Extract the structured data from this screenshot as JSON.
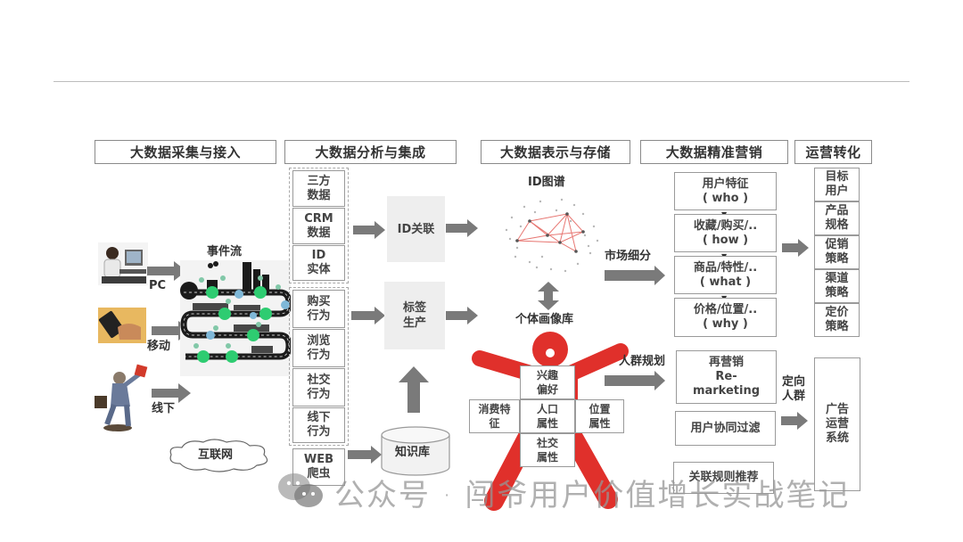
{
  "headers": [
    {
      "label": "大数据采集与接入"
    },
    {
      "label": "大数据分析与集成"
    },
    {
      "label": "大数据表示与存储"
    },
    {
      "label": "大数据精准营销"
    },
    {
      "label": "运营转化"
    }
  ],
  "collection": {
    "event_stream_label": "事件流",
    "sources": [
      {
        "label": "PC",
        "icon": "person-at-pc-icon"
      },
      {
        "label": "移动",
        "icon": "mobile-phone-icon"
      },
      {
        "label": "线下",
        "icon": "offline-shopper-icon"
      }
    ],
    "internet_label": "互联网"
  },
  "analysis": {
    "id_sources": [
      {
        "label": "三方\n数据"
      },
      {
        "label": "CRM\n数据"
      },
      {
        "label": "ID\n实体"
      }
    ],
    "behavior_sources": [
      {
        "label": "购买\n行为"
      },
      {
        "label": "浏览\n行为"
      },
      {
        "label": "社交\n行为"
      },
      {
        "label": "线下\n行为"
      }
    ],
    "web_crawler": "WEB\n爬虫",
    "id_link": "ID关联",
    "tag_production": "标签\n生产",
    "knowledge_base": "知识库"
  },
  "storage": {
    "id_graph_label": "ID图谱",
    "profile_db_label": "个体画像库",
    "profile_cells": {
      "top": "兴趣\n偏好",
      "left": "消费特\n征",
      "center": "人口\n属性",
      "right": "位置\n属性",
      "bottom": "社交\n属性"
    },
    "market_segment_label": "市场细分",
    "crowd_planning_label": "人群规划",
    "figure_color": "#e0302b"
  },
  "marketing": {
    "segments": [
      {
        "label": "用户特征\n( who )"
      },
      {
        "label": "收藏/购买/..\n( how )"
      },
      {
        "label": "商品/特性/..\n( what )"
      },
      {
        "label": "价格/位置/..\n( why )"
      }
    ],
    "remarketing": "再营销\nRe-\nmarketing",
    "collab_filter": "用户协同过滤",
    "assoc_rules": "关联规则推荐",
    "targeting_label": "定向\n人群"
  },
  "conversion": {
    "strategies": [
      {
        "label": "目标\n用户"
      },
      {
        "label": "产品\n规格"
      },
      {
        "label": "促销\n策略"
      },
      {
        "label": "渠道\n策略"
      },
      {
        "label": "定价\n策略"
      }
    ],
    "ad_system": "广告\n运营\n系统"
  },
  "watermark": {
    "text": "公众号 · 闯爷用户价值增长实战笔记",
    "icon": "wechat-icon"
  },
  "colors": {
    "arrow": "#7a7a7a",
    "border": "#9a9a9a",
    "accent_red": "#e0302b",
    "stream_green": "#2ecc71"
  }
}
